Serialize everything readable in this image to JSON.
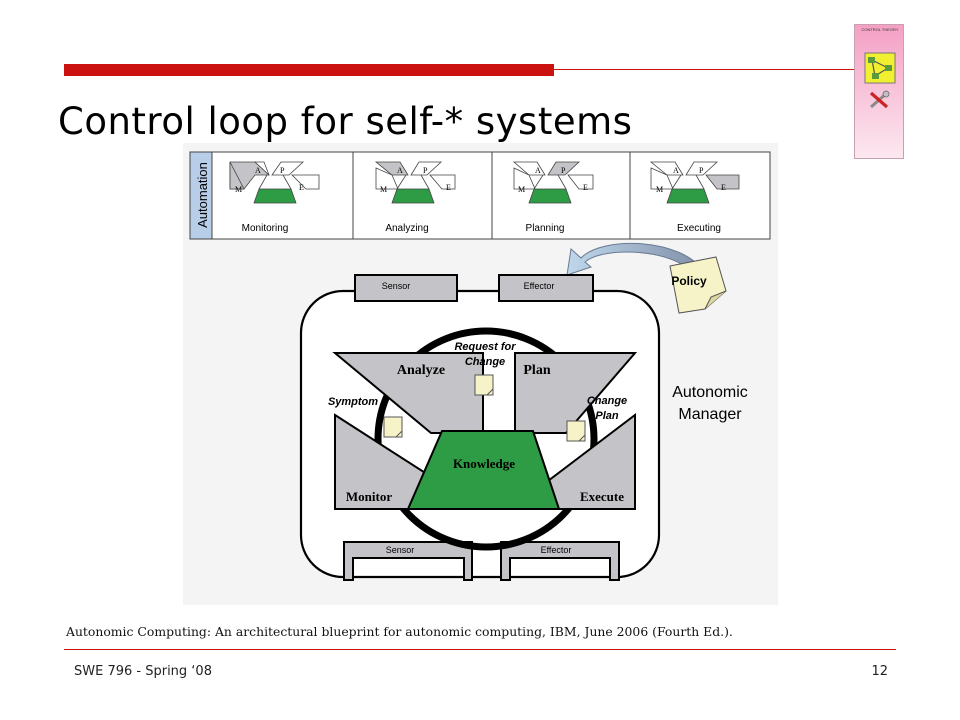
{
  "slide": {
    "title": "Control loop for self-* systems",
    "caption": "Autonomic Computing: An architectural blueprint for autonomic computing, IBM, June 2006 (Fourth Ed.).",
    "footer_left": "SWE 796 - Spring ‘08",
    "page_number": "12",
    "corner_label": "CONTROL THEORY"
  },
  "colors": {
    "accent_red": "#cc1111",
    "knowledge_green": "#2e9b45",
    "panel_gray": "#c4c4c8",
    "note_yellow": "#f7f3c8"
  },
  "top_strip": {
    "side_label": "Automation",
    "letters": {
      "a": "A",
      "p": "P",
      "m": "M",
      "e": "E"
    },
    "phases": [
      "Monitoring",
      "Analyzing",
      "Planning",
      "Executing"
    ]
  },
  "manager": {
    "sensor_top": "Sensor",
    "effector_top": "Effector",
    "sensor_bottom": "Sensor",
    "effector_bottom": "Effector",
    "policy": "Policy",
    "label_line1": "Autonomic",
    "label_line2": "Manager",
    "analyze": "Analyze",
    "plan": "Plan",
    "monitor": "Monitor",
    "execute": "Execute",
    "knowledge": "Knowledge",
    "request_line1": "Request for",
    "request_line2": "Change",
    "symptom": "Symptom",
    "change_line1": "Change",
    "change_line2": "Plan"
  }
}
